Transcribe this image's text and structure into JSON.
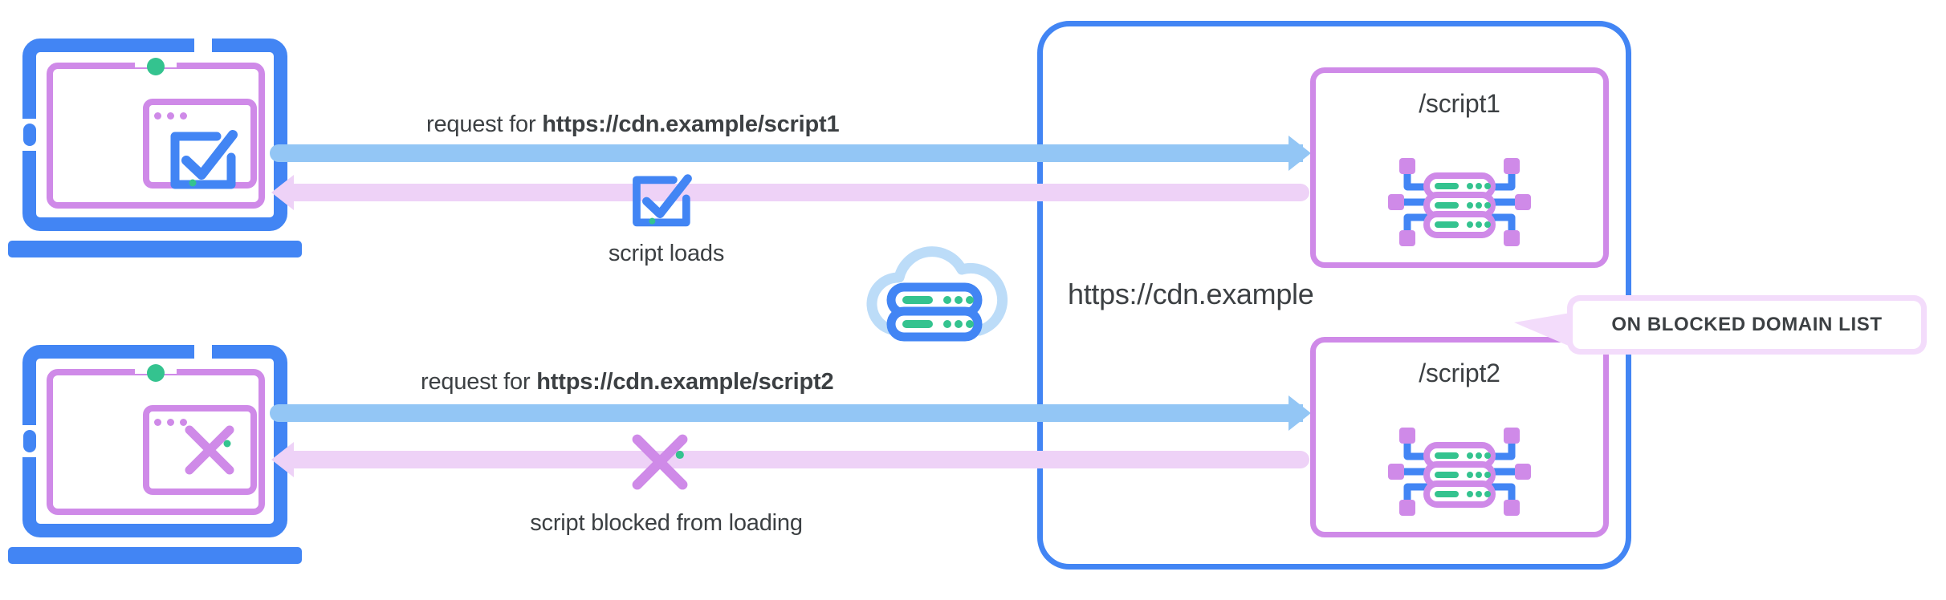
{
  "diagram": {
    "title": "CDN script blocking diagram",
    "colors": {
      "blue": "#4285f4",
      "light_blue_arrow": "#93c6f5",
      "purple": "#cf8ae8",
      "light_pink_arrow": "#eed2f7",
      "callout_fill": "#f3dcfb",
      "green": "#34c38f",
      "text": "#3c4043",
      "cloud": "#bcdcf8"
    }
  },
  "rows": [
    {
      "id": "allowed",
      "client_icon": "browser-window-checkmark-icon",
      "request": {
        "prefix": "request for ",
        "url": "https://cdn.example/script1",
        "arrow": "request-arrow-right"
      },
      "response": {
        "status_icon": "checkbox-check-icon",
        "label": "script loads",
        "arrow": "response-arrow-left"
      },
      "resource": {
        "path": "/script1",
        "icon": "server-network-icon"
      }
    },
    {
      "id": "blocked",
      "client_icon": "browser-window-x-icon",
      "request": {
        "prefix": "request for ",
        "url": "https://cdn.example/script2",
        "arrow": "request-arrow-right"
      },
      "response": {
        "status_icon": "x-cross-icon",
        "label": "script blocked from loading",
        "arrow": "response-arrow-left"
      },
      "resource": {
        "path": "/script2",
        "icon": "server-network-icon"
      }
    }
  ],
  "cdn": {
    "icon": "cloud-server-icon",
    "domain": "https://cdn.example"
  },
  "callout": {
    "text": "ON BLOCKED DOMAIN LIST",
    "points_to": "/script2"
  }
}
